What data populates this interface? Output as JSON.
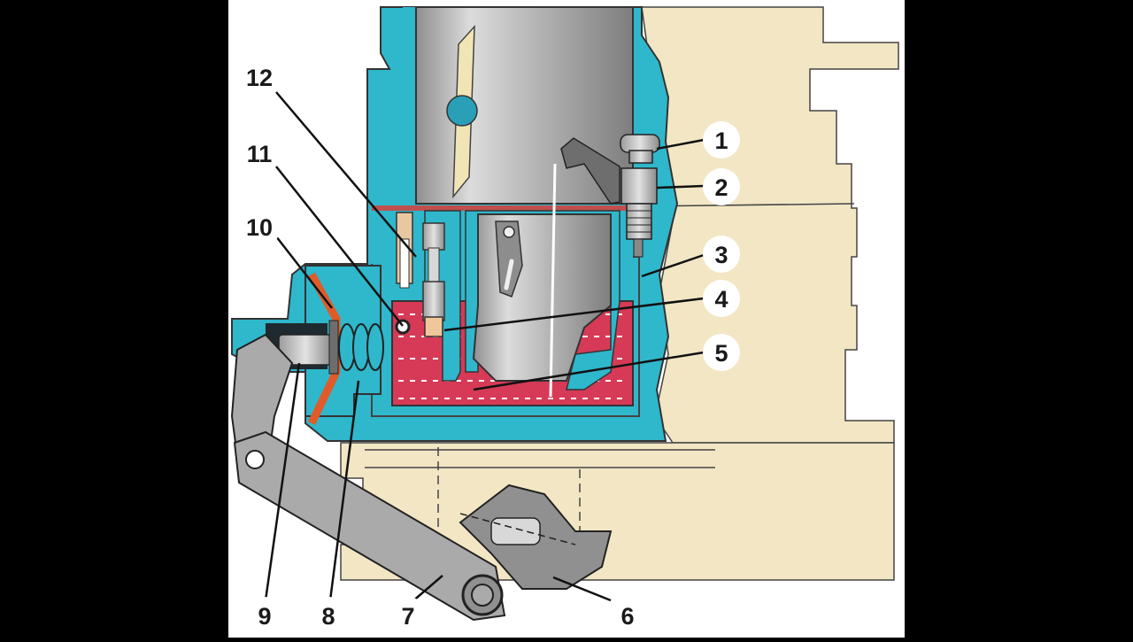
{
  "diagram": {
    "colors": {
      "background": "#000000",
      "paper": "#ffffff",
      "body_beige": "#f2e6c4",
      "channel_cyan": "#2fb7cc",
      "fuel_red": "#d63a57",
      "metal_gray": "#a9aaa9",
      "diaphragm_orange": "#e05b2a"
    },
    "callouts": [
      {
        "id": "1",
        "text": "1"
      },
      {
        "id": "2",
        "text": "2"
      },
      {
        "id": "3",
        "text": "3"
      },
      {
        "id": "4",
        "text": "4"
      },
      {
        "id": "5",
        "text": "5"
      },
      {
        "id": "6",
        "text": "6"
      },
      {
        "id": "7",
        "text": "7"
      },
      {
        "id": "8",
        "text": "8"
      },
      {
        "id": "9",
        "text": "9"
      },
      {
        "id": "10",
        "text": "10"
      },
      {
        "id": "11",
        "text": "11"
      },
      {
        "id": "12",
        "text": "12"
      }
    ]
  }
}
